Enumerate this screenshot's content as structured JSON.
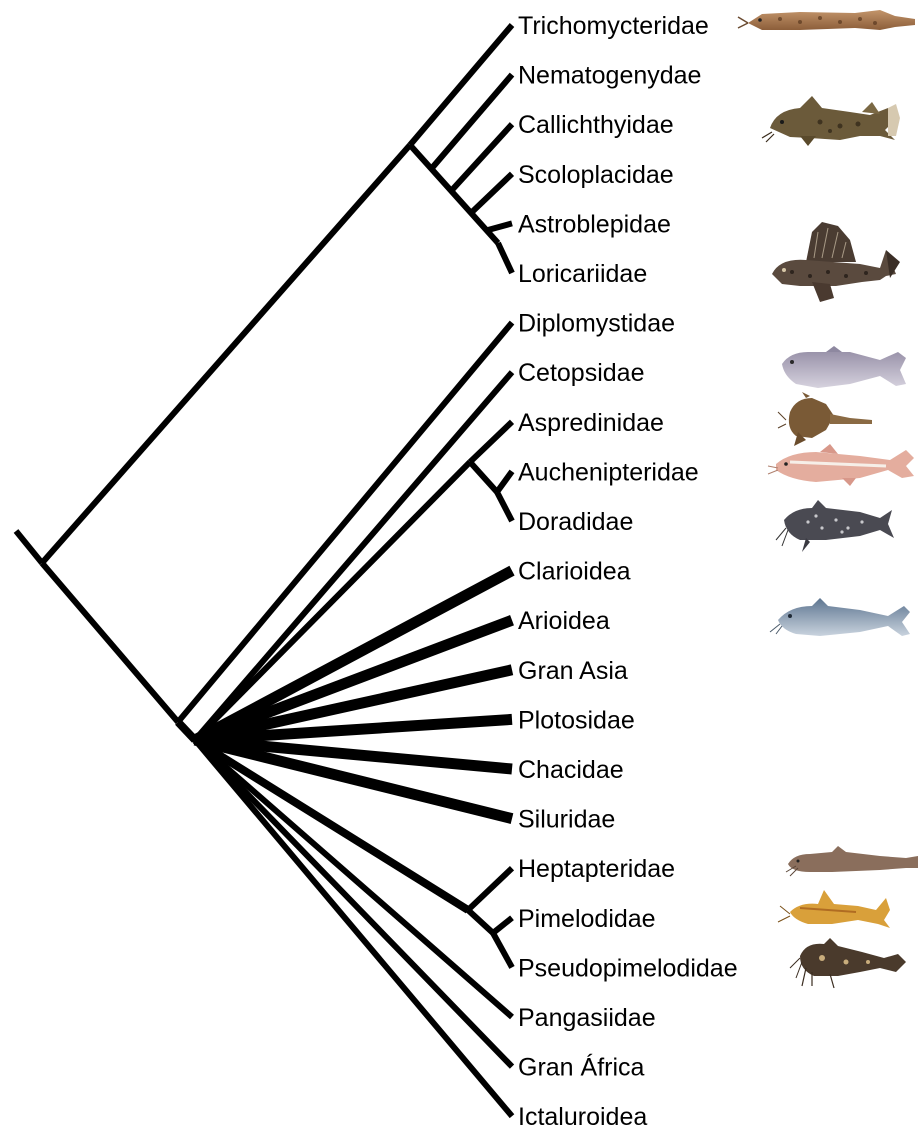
{
  "diagram": {
    "type": "cladogram",
    "line_color": "#000000",
    "taxa": [
      {
        "id": "trichomycteridae",
        "label": "Trichomycteridae",
        "fish": {
          "icon": "elongated-spotted-catfish",
          "color": "#a8784a"
        }
      },
      {
        "id": "nematogenydae",
        "label": "Nematogenydae"
      },
      {
        "id": "callichthyidae",
        "label": "Callichthyidae",
        "fish": {
          "icon": "armored-corydoras-catfish",
          "color": "#6b5a3a"
        }
      },
      {
        "id": "scoloplacidae",
        "label": "Scoloplacidae"
      },
      {
        "id": "astroblepidae",
        "label": "Astroblepidae"
      },
      {
        "id": "loricariidae",
        "label": "Loricariidae",
        "fish": {
          "icon": "sailfin-pleco",
          "color": "#5a4a3e"
        }
      },
      {
        "id": "diplomystidae",
        "label": "Diplomystidae"
      },
      {
        "id": "cetopsidae",
        "label": "Cetopsidae",
        "fish": {
          "icon": "pale-whale-catfish",
          "color": "#b9b4c4"
        }
      },
      {
        "id": "aspredinidae",
        "label": "Aspredinidae",
        "fish": {
          "icon": "banjo-catfish",
          "color": "#7a5a36"
        }
      },
      {
        "id": "auchenipteridae",
        "label": "Auchenipteridae",
        "fish": {
          "icon": "pink-driftwood-catfish",
          "color": "#e0a898"
        }
      },
      {
        "id": "doradidae",
        "label": "Doradidae",
        "fish": {
          "icon": "spotted-talking-catfish",
          "color": "#4a4a52"
        }
      },
      {
        "id": "clarioidea",
        "label": "Clarioidea"
      },
      {
        "id": "arioidea",
        "label": "Arioidea",
        "fish": {
          "icon": "blue-sea-catfish",
          "color": "#7c8fa6"
        }
      },
      {
        "id": "gran-asia",
        "label": "Gran Asia"
      },
      {
        "id": "plotosidae",
        "label": "Plotosidae"
      },
      {
        "id": "chacidae",
        "label": "Chacidae"
      },
      {
        "id": "siluridae",
        "label": "Siluridae"
      },
      {
        "id": "heptapteridae",
        "label": "Heptapteridae",
        "fish": {
          "icon": "slender-brown-catfish",
          "color": "#8a6e5c"
        }
      },
      {
        "id": "pimelodidae",
        "label": "Pimelodidae",
        "fish": {
          "icon": "yellow-long-whisker-catfish",
          "color": "#d9a03a"
        }
      },
      {
        "id": "pseudopimelodidae",
        "label": "Pseudopimelodidae",
        "fish": {
          "icon": "bumblebee-catfish",
          "color": "#4a3a2c"
        }
      },
      {
        "id": "pangasiidae",
        "label": "Pangasiidae"
      },
      {
        "id": "gran-africa",
        "label": "Gran África"
      },
      {
        "id": "ictaluroidea",
        "label": "Ictaluroidea"
      }
    ]
  }
}
